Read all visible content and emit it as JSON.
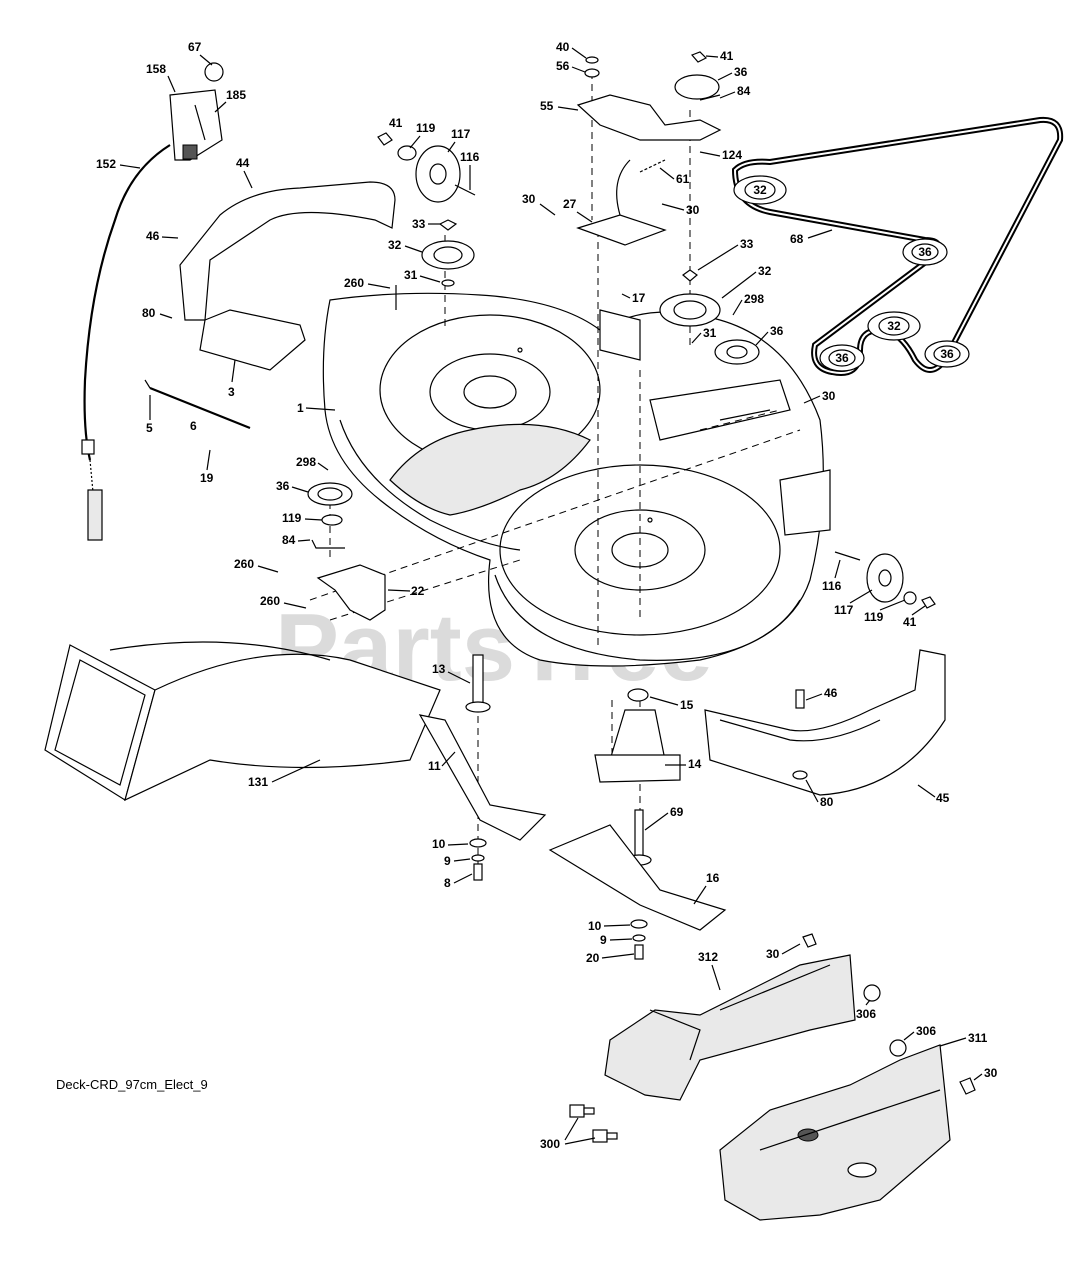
{
  "diagram": {
    "caption": "Deck-CRD_97cm_Elect_9",
    "watermark": "PartsTree",
    "callouts": [
      {
        "id": "67",
        "text": "67"
      },
      {
        "id": "158",
        "text": "158"
      },
      {
        "id": "185",
        "text": "185"
      },
      {
        "id": "152",
        "text": "152"
      },
      {
        "id": "44",
        "text": "44"
      },
      {
        "id": "46a",
        "text": "46"
      },
      {
        "id": "80a",
        "text": "80"
      },
      {
        "id": "3",
        "text": "3"
      },
      {
        "id": "5",
        "text": "5"
      },
      {
        "id": "6",
        "text": "6"
      },
      {
        "id": "19",
        "text": "19"
      },
      {
        "id": "41a",
        "text": "41"
      },
      {
        "id": "119a",
        "text": "119"
      },
      {
        "id": "117a",
        "text": "117"
      },
      {
        "id": "116a",
        "text": "116"
      },
      {
        "id": "33a",
        "text": "33"
      },
      {
        "id": "32a",
        "text": "32"
      },
      {
        "id": "31a",
        "text": "31"
      },
      {
        "id": "260a",
        "text": "260"
      },
      {
        "id": "1",
        "text": "1"
      },
      {
        "id": "298a",
        "text": "298"
      },
      {
        "id": "36a",
        "text": "36"
      },
      {
        "id": "119b",
        "text": "119"
      },
      {
        "id": "84a",
        "text": "84"
      },
      {
        "id": "260b",
        "text": "260"
      },
      {
        "id": "260c",
        "text": "260"
      },
      {
        "id": "22",
        "text": "22"
      },
      {
        "id": "40",
        "text": "40"
      },
      {
        "id": "56",
        "text": "56"
      },
      {
        "id": "55",
        "text": "55"
      },
      {
        "id": "41b",
        "text": "41"
      },
      {
        "id": "36b",
        "text": "36"
      },
      {
        "id": "84b",
        "text": "84"
      },
      {
        "id": "124",
        "text": "124"
      },
      {
        "id": "61",
        "text": "61"
      },
      {
        "id": "30a",
        "text": "30"
      },
      {
        "id": "27",
        "text": "27"
      },
      {
        "id": "30b",
        "text": "30"
      },
      {
        "id": "33b",
        "text": "33"
      },
      {
        "id": "32b",
        "text": "32"
      },
      {
        "id": "17",
        "text": "17"
      },
      {
        "id": "298b",
        "text": "298"
      },
      {
        "id": "31b",
        "text": "31"
      },
      {
        "id": "36c",
        "text": "36"
      },
      {
        "id": "68",
        "text": "68"
      },
      {
        "id": "30c",
        "text": "30"
      },
      {
        "id": "116b",
        "text": "116"
      },
      {
        "id": "117b",
        "text": "117"
      },
      {
        "id": "119c",
        "text": "119"
      },
      {
        "id": "41c",
        "text": "41"
      },
      {
        "id": "13",
        "text": "13"
      },
      {
        "id": "15",
        "text": "15"
      },
      {
        "id": "14",
        "text": "14"
      },
      {
        "id": "46b",
        "text": "46"
      },
      {
        "id": "45",
        "text": "45"
      },
      {
        "id": "80b",
        "text": "80"
      },
      {
        "id": "131",
        "text": "131"
      },
      {
        "id": "11",
        "text": "11"
      },
      {
        "id": "10a",
        "text": "10"
      },
      {
        "id": "9a",
        "text": "9"
      },
      {
        "id": "8",
        "text": "8"
      },
      {
        "id": "69",
        "text": "69"
      },
      {
        "id": "16",
        "text": "16"
      },
      {
        "id": "10b",
        "text": "10"
      },
      {
        "id": "9b",
        "text": "9"
      },
      {
        "id": "20",
        "text": "20"
      },
      {
        "id": "30d",
        "text": "30"
      },
      {
        "id": "312",
        "text": "312"
      },
      {
        "id": "306a",
        "text": "306"
      },
      {
        "id": "306b",
        "text": "306"
      },
      {
        "id": "311",
        "text": "311"
      },
      {
        "id": "30e",
        "text": "30"
      },
      {
        "id": "300",
        "text": "300"
      }
    ],
    "belt_pulleys": [
      "32",
      "36",
      "32",
      "36",
      "36"
    ]
  }
}
